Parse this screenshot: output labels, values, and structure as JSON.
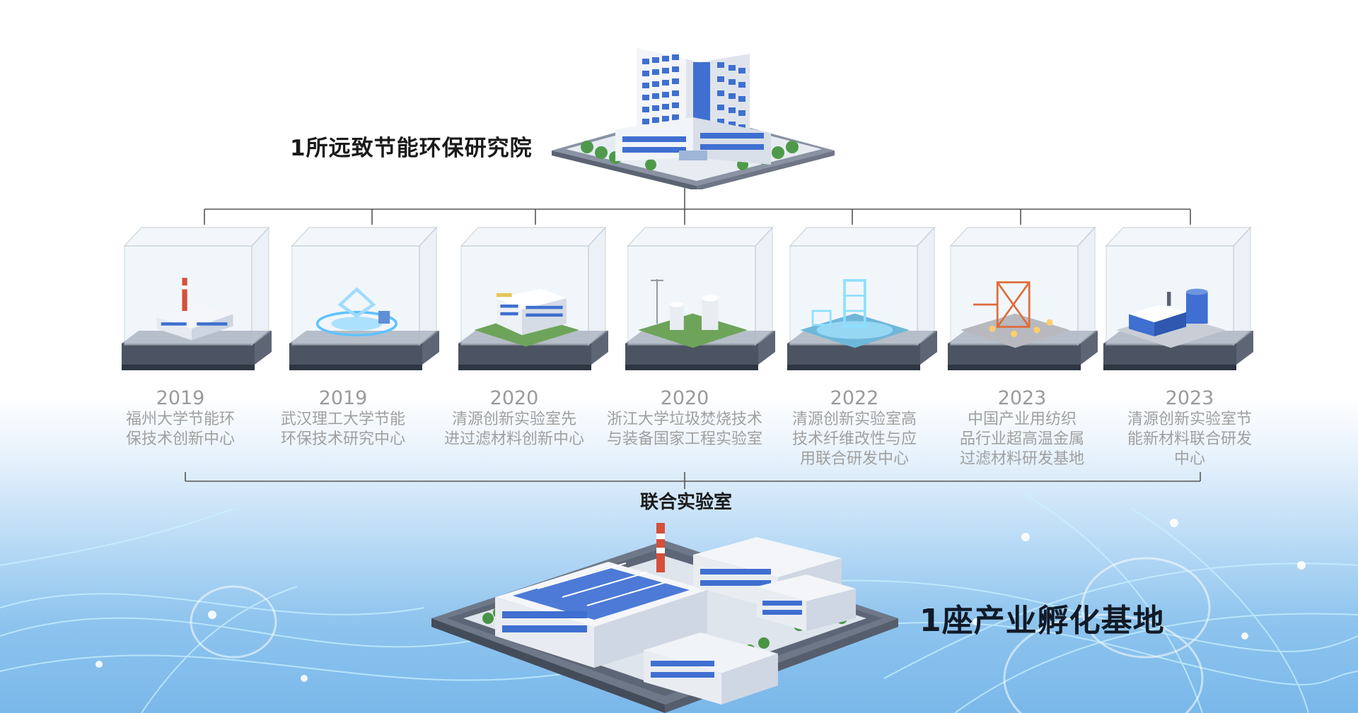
{
  "headquarters": {
    "label": "1所远致节能环保研究院"
  },
  "labs_group_label": "联合实验室",
  "labs": [
    {
      "year": "2019",
      "name": "福州大学节能环\n保技术创新中心",
      "theme": "factory"
    },
    {
      "year": "2019",
      "name": "武汉理工大学节能\n环保技术研究中心",
      "theme": "hologram"
    },
    {
      "year": "2020",
      "name": "清源创新实验室先\n进过滤材料创新中心",
      "theme": "office"
    },
    {
      "year": "2020",
      "name": "浙江大学垃圾焚烧技术\n与装备国家工程实验室",
      "theme": "plant"
    },
    {
      "year": "2022",
      "name": "清源创新实验室高\n技术纤维改性与应\n用联合研发中心",
      "theme": "tower"
    },
    {
      "year": "2023",
      "name": "中国产业用纺织\n品行业超高温金属\n过滤材料研发基地",
      "theme": "frame"
    },
    {
      "year": "2023",
      "name": "清源创新实验室节\n能新材料联合研发\n中心",
      "theme": "industrial"
    }
  ],
  "incubation_base": {
    "label": "1座产业孵化基地"
  },
  "colors": {
    "title_text": "#1a1a1a",
    "item_text": "#9a9a9a",
    "connector_line": "#555555",
    "building_blue": "#3f6fd0",
    "glass": "#dfe9f5",
    "background_blue": "#7ab8ea"
  }
}
